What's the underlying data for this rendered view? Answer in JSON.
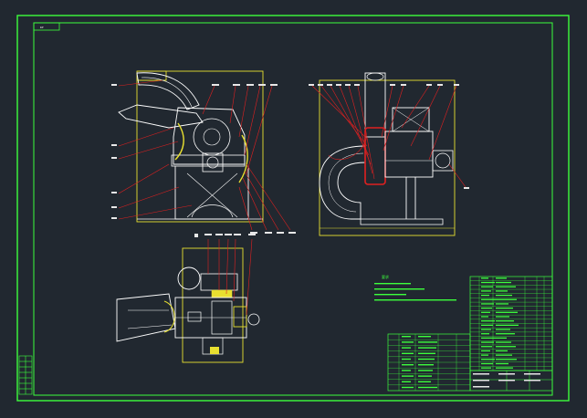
{
  "colors": {
    "background": "#212830",
    "frame": "#3cff3c",
    "outline": "#ffffff",
    "leader": "#e02020",
    "yellow": "#e8e030",
    "green": "#2ad12a",
    "text": "#e8e8e8"
  },
  "drawing": {
    "tab_label": "ФР",
    "notes_title": "要求",
    "notes_lines": 4,
    "parts_rows": 22,
    "title_rows": 7
  },
  "icons": [
    "cad-frame-icon",
    "machine-front-view-icon",
    "machine-side-view-icon",
    "machine-top-view-icon"
  ]
}
